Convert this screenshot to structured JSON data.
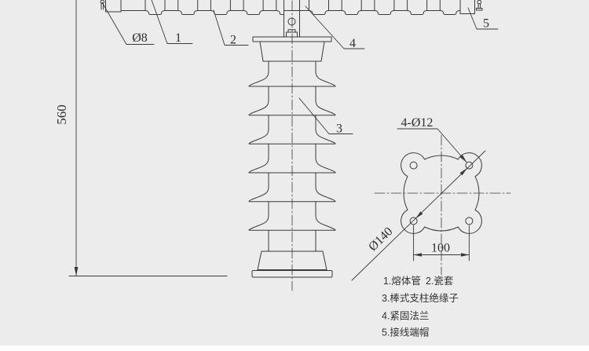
{
  "drawing": {
    "title_hint": "drop-out fuse on post insulator technical drawing"
  },
  "colors": {
    "background": "#ececec",
    "line": "#3a3a3a",
    "bottom_bar": "#fdfdfd"
  },
  "labels": {
    "height": "560",
    "pin_diameter": "Ø8",
    "part1": "1",
    "part2": "2",
    "part3": "3",
    "part4": "4",
    "part5": "5",
    "holes": "4-Ø12",
    "bolt_circle": "Ø140",
    "hole_spacing": "100"
  },
  "legend": {
    "item1": "1.熔体管",
    "item2": "2.瓷套",
    "item3": "3.棒式支柱绝缘子",
    "item4": "4.紧固法兰",
    "item5": "5.接线端帽"
  }
}
